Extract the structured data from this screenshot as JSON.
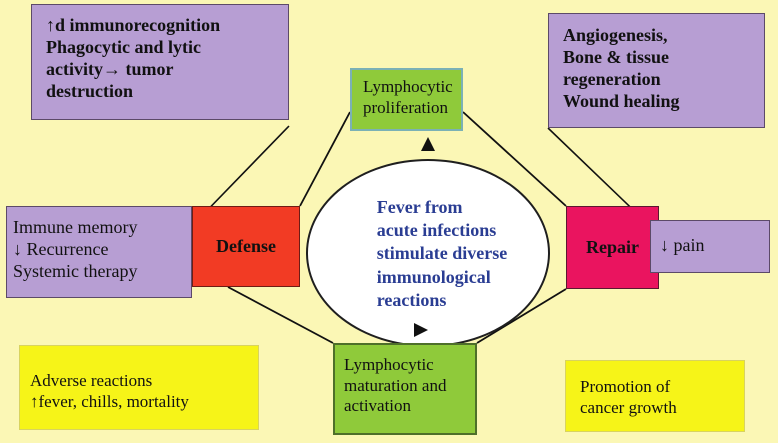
{
  "diagram": {
    "top_left": "↑d immunorecognition\nPhagocytic and lytic\nactivity→ tumor\ndestruction",
    "top_right": "Angiogenesis,\nBone & tissue\n regeneration\nWound healing",
    "top_center": "Lymphocytic\nproliferation",
    "left_middle": "Immune memory\n↓ Recurrence\nSystemic therapy",
    "left_label": "Defense",
    "right_label": "Repair",
    "right_middle": "↓ pain",
    "center_text": "Fever from\nacute infections\nstimulate diverse\nimmunological\nreactions",
    "bottom_center": "Lymphocytic\nmaturation and\nactivation",
    "bottom_left": "Adverse reactions\n↑fever, chills, mortality",
    "bottom_right": "Promotion of\ncancer growth"
  },
  "colors": {
    "background": "#fbf7b5",
    "purple": "#b79ed3",
    "green": "#8fca3a",
    "yellow": "#f6f418",
    "red": "#f23b24",
    "pink": "#ea145f",
    "center_text": "#2a3d93"
  },
  "icons": {
    "top_arrow": "arrow-up-icon",
    "bottom_arrow": "arrow-right-icon"
  }
}
